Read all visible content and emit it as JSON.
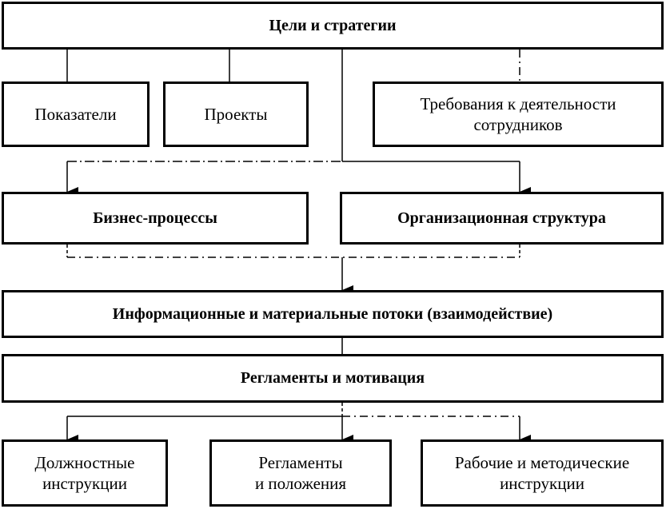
{
  "diagram": {
    "goals": "Цели  и стратегии",
    "indicators": "Показатели",
    "projects": "Проекты",
    "requirements": [
      "Требования к деятельности",
      "сотрудников"
    ],
    "business_processes": "Бизнес-процессы",
    "org_structure": "Организационная структура",
    "flows": "Информационные и материальные потоки (взаимодействие)",
    "regulations_motivation": "Регламенты и мотивация",
    "job_descriptions": [
      "Должностные",
      "инструкции"
    ],
    "regulations_provisions": [
      "Регламенты",
      "и положения"
    ],
    "work_instructions": [
      "Рабочие и методические",
      "инструкции"
    ]
  },
  "colors": {
    "line": "#000000",
    "background": "#ffffff"
  }
}
